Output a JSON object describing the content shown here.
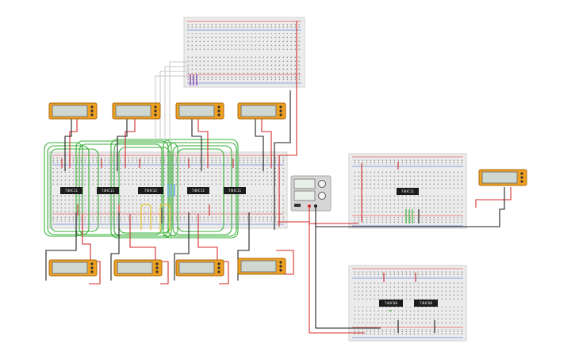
{
  "colors": {
    "background": "#ffffff",
    "breadboard": "#ececec",
    "breadboard_edge": "#cfcfcf",
    "hole": "#9a9a9a",
    "rail_red": "#e06060",
    "rail_blue": "#6a8ad0",
    "wire_red": "#d42a2a",
    "wire_black": "#1e1e1e",
    "wire_green": "#38b038",
    "wire_yellow": "#e6c62a",
    "wire_blue": "#4aa0e0",
    "wire_purple": "#7a3aa8",
    "wire_gray": "#c8c8c8",
    "meter_body": "#f0a020",
    "meter_screen": "#cfd8d0",
    "chip": "#1c1c1c",
    "supply_body": "#d6d6d6"
  },
  "chips": [
    {
      "id": "chip-1",
      "label": "74HC11"
    },
    {
      "id": "chip-2",
      "label": "74HC11"
    },
    {
      "id": "chip-3",
      "label": "74HC32"
    },
    {
      "id": "chip-4",
      "label": "74HC11"
    },
    {
      "id": "chip-5",
      "label": "74HC11"
    },
    {
      "id": "chip-6",
      "label": "74HC11"
    },
    {
      "id": "chip-7",
      "label": "74HC08"
    },
    {
      "id": "chip-8",
      "label": "74HC08"
    }
  ],
  "multimeters": [
    {
      "id": "meter-top-1",
      "icon": "multimeter-icon"
    },
    {
      "id": "meter-top-2",
      "icon": "multimeter-icon"
    },
    {
      "id": "meter-top-3",
      "icon": "multimeter-icon"
    },
    {
      "id": "meter-top-4",
      "icon": "multimeter-icon"
    },
    {
      "id": "meter-bottom-1",
      "icon": "multimeter-icon"
    },
    {
      "id": "meter-bottom-2",
      "icon": "multimeter-icon"
    },
    {
      "id": "meter-bottom-3",
      "icon": "multimeter-icon"
    },
    {
      "id": "meter-bottom-4",
      "icon": "multimeter-icon"
    },
    {
      "id": "meter-right",
      "icon": "multimeter-icon"
    }
  ],
  "power_supply": {
    "icon": "power-supply-icon"
  }
}
